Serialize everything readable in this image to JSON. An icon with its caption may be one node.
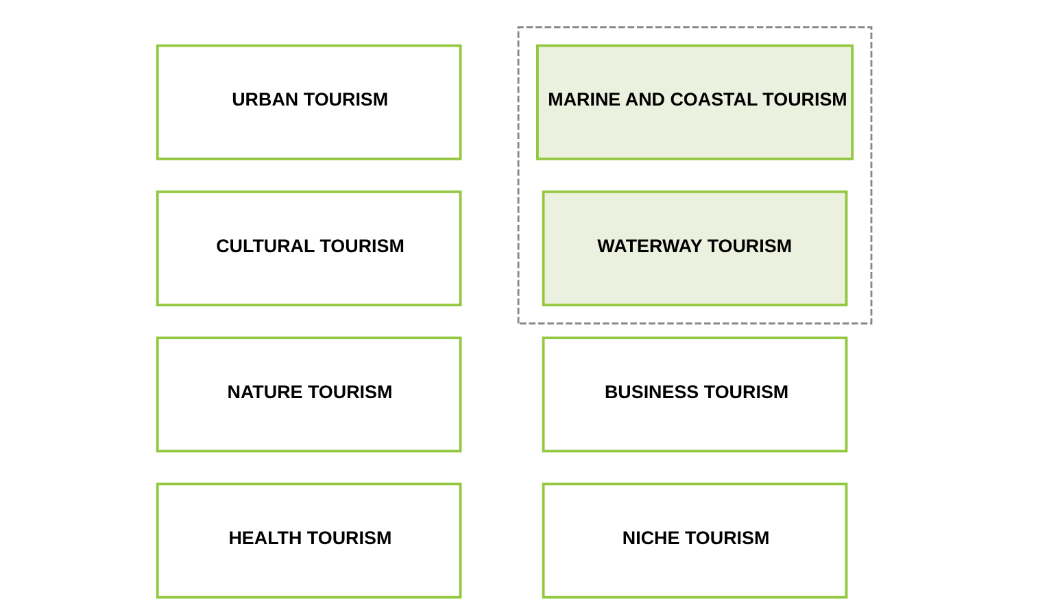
{
  "diagram": {
    "nodes": [
      {
        "text": [
          "URBAN TOURISM"
        ]
      },
      {
        "text": [],
        "shape": "box"
      },
      {
        "text": [
          "MARINE AND COASTAL TOURISM"
        ],
        "in": 1
      },
      {
        "text": [
          "CULTURAL TOURISM"
        ]
      },
      {
        "text": [
          "WATERWAY TOURISM"
        ],
        "in": 1
      },
      {
        "text": [
          "NATURE TOURISM"
        ]
      },
      {
        "text": [
          "BUSINESS TOURISM"
        ]
      },
      {
        "text": [
          "HEALTH TOURISM"
        ]
      },
      {
        "text": [
          "NICHE TOURISM"
        ]
      }
    ],
    "edges": []
  }
}
